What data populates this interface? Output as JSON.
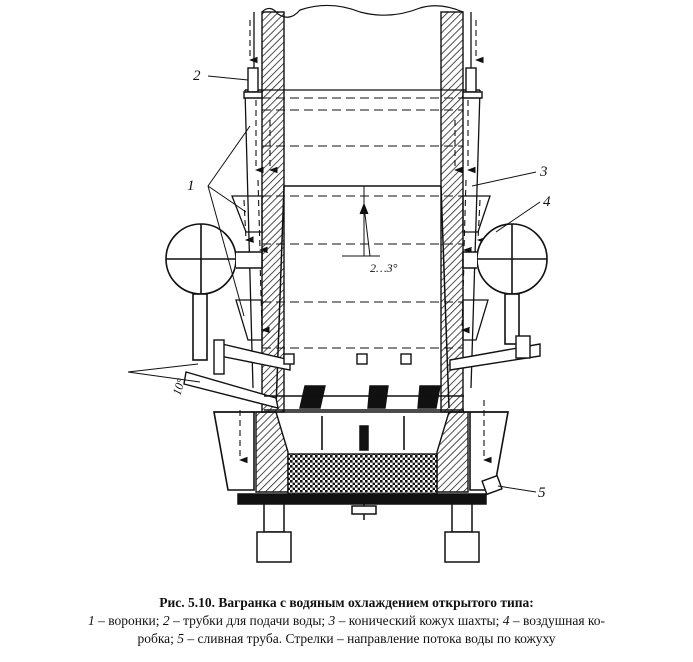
{
  "labels": {
    "l1": "1",
    "l2": "2",
    "l3": "3",
    "l4": "4",
    "l5": "5",
    "cone_angle": "2…3°",
    "tilt_angle": "10°"
  },
  "caption": {
    "title": "Рис. 5.10. Вагранка с водяным охлаждением открытого типа:",
    "n1": "1",
    "t1": " – воронки; ",
    "n2": "2",
    "t2": " – трубки для подачи воды; ",
    "n3": "3",
    "t3": " – конический кожух шахты; ",
    "n4": "4",
    "t4": " – воздушная ко-",
    "t5": "робка; ",
    "n5": "5",
    "t6": " – сливная труба. Стрелки – направление потока воды по кожуху"
  }
}
